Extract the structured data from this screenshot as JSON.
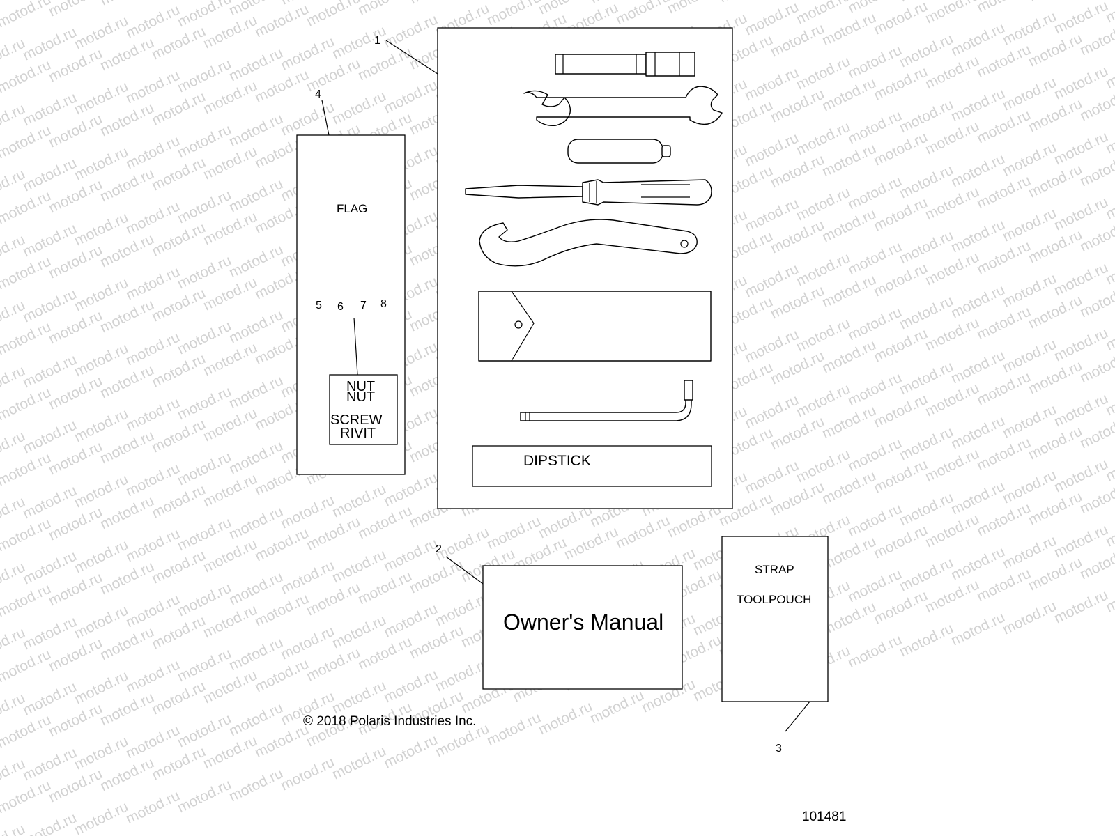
{
  "watermark": {
    "text": "motod.ru"
  },
  "callouts": {
    "c1": "1",
    "c2": "2",
    "c3": "3",
    "c4": "4",
    "c5": "5",
    "c6": "6",
    "c7": "7",
    "c8": "8"
  },
  "flag_bag": {
    "label": "FLAG",
    "hardware": [
      "NUT",
      "NUT",
      "SCREW",
      "RIVIT"
    ]
  },
  "tool_kit": {
    "dipstick_label": "DIPSTICK",
    "tools": [
      "spark-plug-socket",
      "open-end-wrench",
      "screwdriver-handle",
      "screwdriver",
      "spanner-wrench",
      "pouch-sleeve",
      "hex-key"
    ]
  },
  "manual": {
    "label": "Owner's Manual"
  },
  "toolpouch": {
    "strap_label": "STRAP",
    "pouch_label": "TOOLPOUCH"
  },
  "copyright": "© 2018 Polaris Industries Inc.",
  "figure_number": "101481"
}
